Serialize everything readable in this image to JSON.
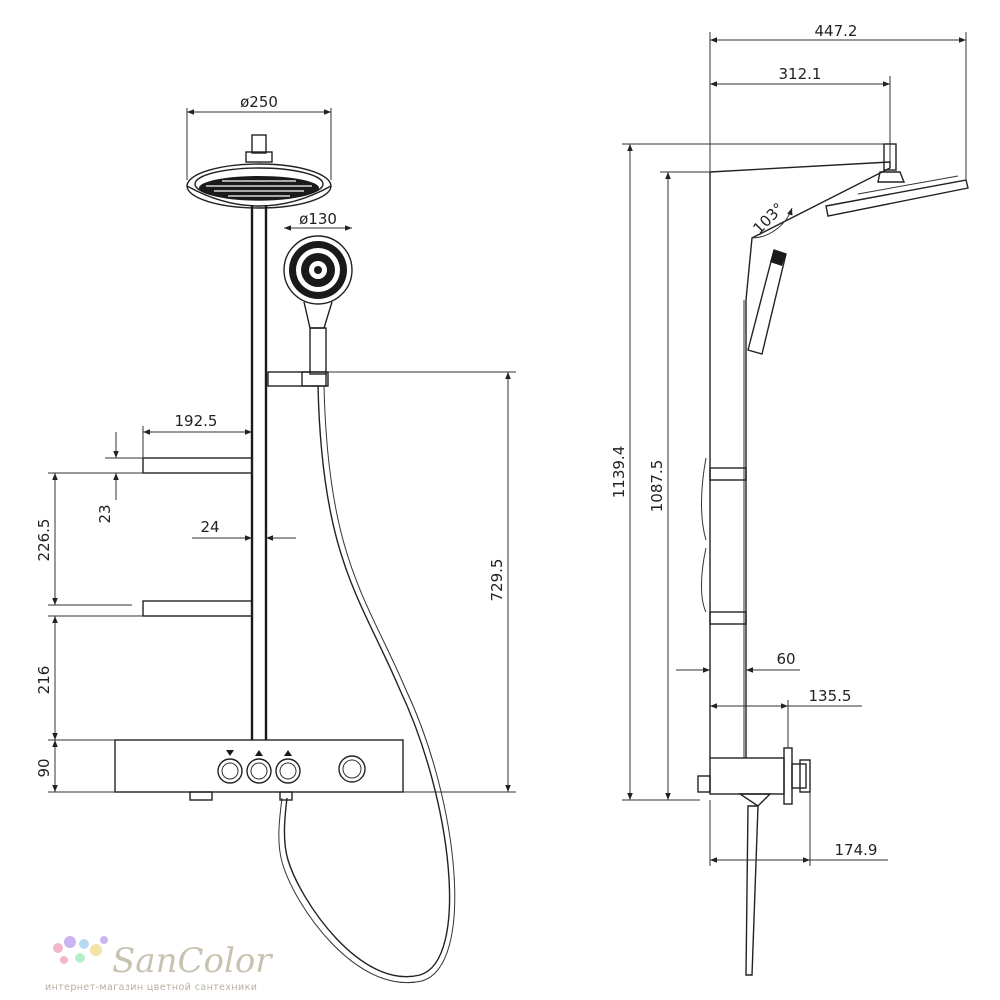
{
  "front_view": {
    "head_diameter": "ø250",
    "hand_shower_diameter": "ø130",
    "shelf_depth": "192.5",
    "shelf_thickness": "23",
    "shelf_spacing": "226.5",
    "bar_width": "24",
    "shelf_to_mixer": "216",
    "mixer_height": "90",
    "slider_height": "729.5"
  },
  "side_view": {
    "overall_projection": "447.2",
    "arm_projection": "312.1",
    "total_height": "1139.4",
    "column_height": "1087.5",
    "arm_angle": "103°",
    "column_depth": "60",
    "mixer_depth": "135.5",
    "spout_depth": "174.9"
  },
  "logo": {
    "name": "SanColor",
    "tagline": "интернет-магазин цветной сантехники",
    "dot_colors": [
      "#f3b6c8",
      "#c9b6f0",
      "#b6d9f3",
      "#f3e3a6",
      "#b6f0c9"
    ]
  }
}
